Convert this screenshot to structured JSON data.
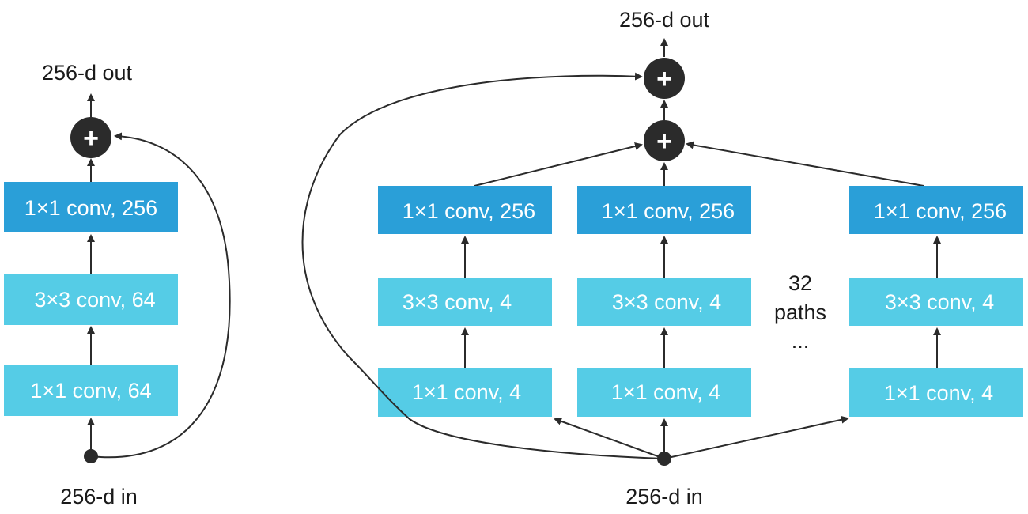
{
  "colors": {
    "dark_box": "#2a9fd8",
    "light_box": "#55cce6",
    "node": "#2b2b2b",
    "line": "#2b2b2b",
    "text": "#1a1a1a"
  },
  "left_block": {
    "out_label": "256-d out",
    "in_label": "256-d in",
    "add_symbol": "+",
    "layers": {
      "top": "1×1 conv, 256",
      "mid": "3×3 conv, 64",
      "bottom": "1×1 conv, 64"
    }
  },
  "right_block": {
    "out_label": "256-d out",
    "in_label": "256-d in",
    "add_symbol_top": "+",
    "add_symbol_bottom": "+",
    "paths_count": "32",
    "paths_word": "paths",
    "ellipsis": "...",
    "path_1": {
      "top": "1×1 conv, 256",
      "mid": "3×3 conv, 4",
      "bottom": "1×1 conv, 4"
    },
    "path_2": {
      "top": "1×1 conv, 256",
      "mid": "3×3 conv, 4",
      "bottom": "1×1 conv, 4"
    },
    "path_3": {
      "top": "1×1 conv, 256",
      "mid": "3×3 conv, 4",
      "bottom": "1×1 conv, 4"
    }
  }
}
